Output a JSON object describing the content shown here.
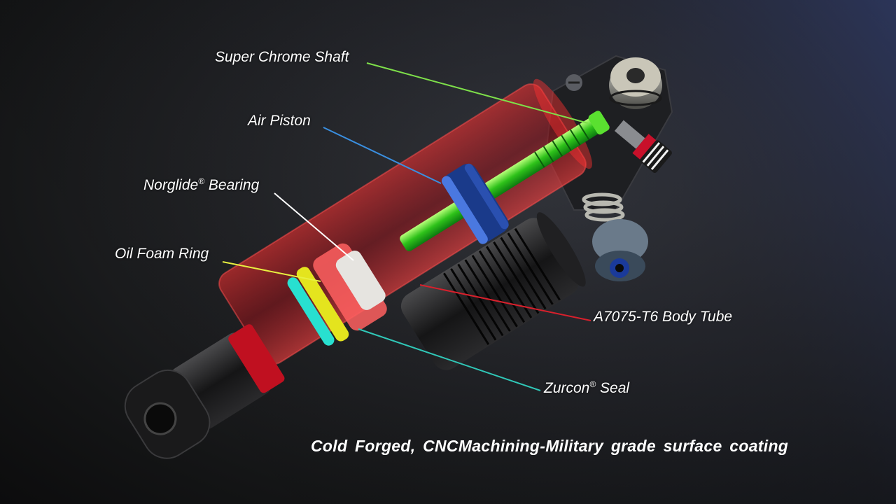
{
  "colors": {
    "shaft_line": "#7ee04a",
    "piston_line": "#3a8fe0",
    "bearing_line": "#ffffff",
    "foam_line": "#e8f040",
    "body_line": "#d8202c",
    "seal_line": "#30c8b8"
  },
  "callouts": [
    {
      "key": "shaft",
      "text": "Super Chrome Shaft",
      "sup": ""
    },
    {
      "key": "piston",
      "text": "Air Piston",
      "sup": ""
    },
    {
      "key": "bearing",
      "text": "Norglide",
      "sup": "®",
      "suffix": " Bearing"
    },
    {
      "key": "foam",
      "text": "Oil Foam Ring",
      "sup": ""
    },
    {
      "key": "body",
      "text": "A7075-T6 Body Tube",
      "sup": ""
    },
    {
      "key": "seal",
      "text": "Zurcon",
      "sup": "®",
      "suffix": " Seal"
    }
  ],
  "caption": "Cold Forged, CNCMachining-Military grade surface coating"
}
